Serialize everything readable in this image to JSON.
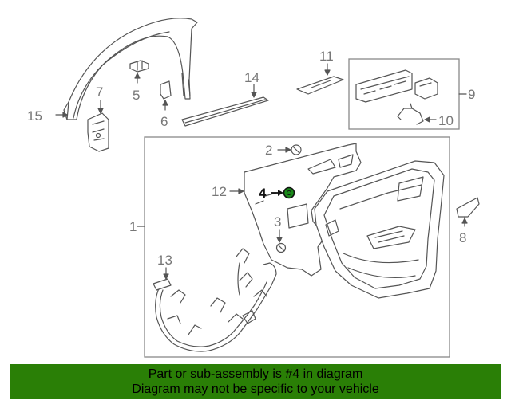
{
  "callouts": {
    "p1": "1",
    "p2": "2",
    "p3": "3",
    "p4": "4",
    "p5": "5",
    "p6": "6",
    "p7": "7",
    "p8": "8",
    "p9": "9",
    "p10": "10",
    "p11": "11",
    "p12": "12",
    "p13": "13",
    "p14": "14",
    "p15": "15"
  },
  "highlight_color": "#1a8a1a",
  "banner": {
    "line1": "Part or sub-assembly is #4 in diagram",
    "line2": "Diagram may not be specific to your vehicle",
    "color": "#2a7f06"
  }
}
